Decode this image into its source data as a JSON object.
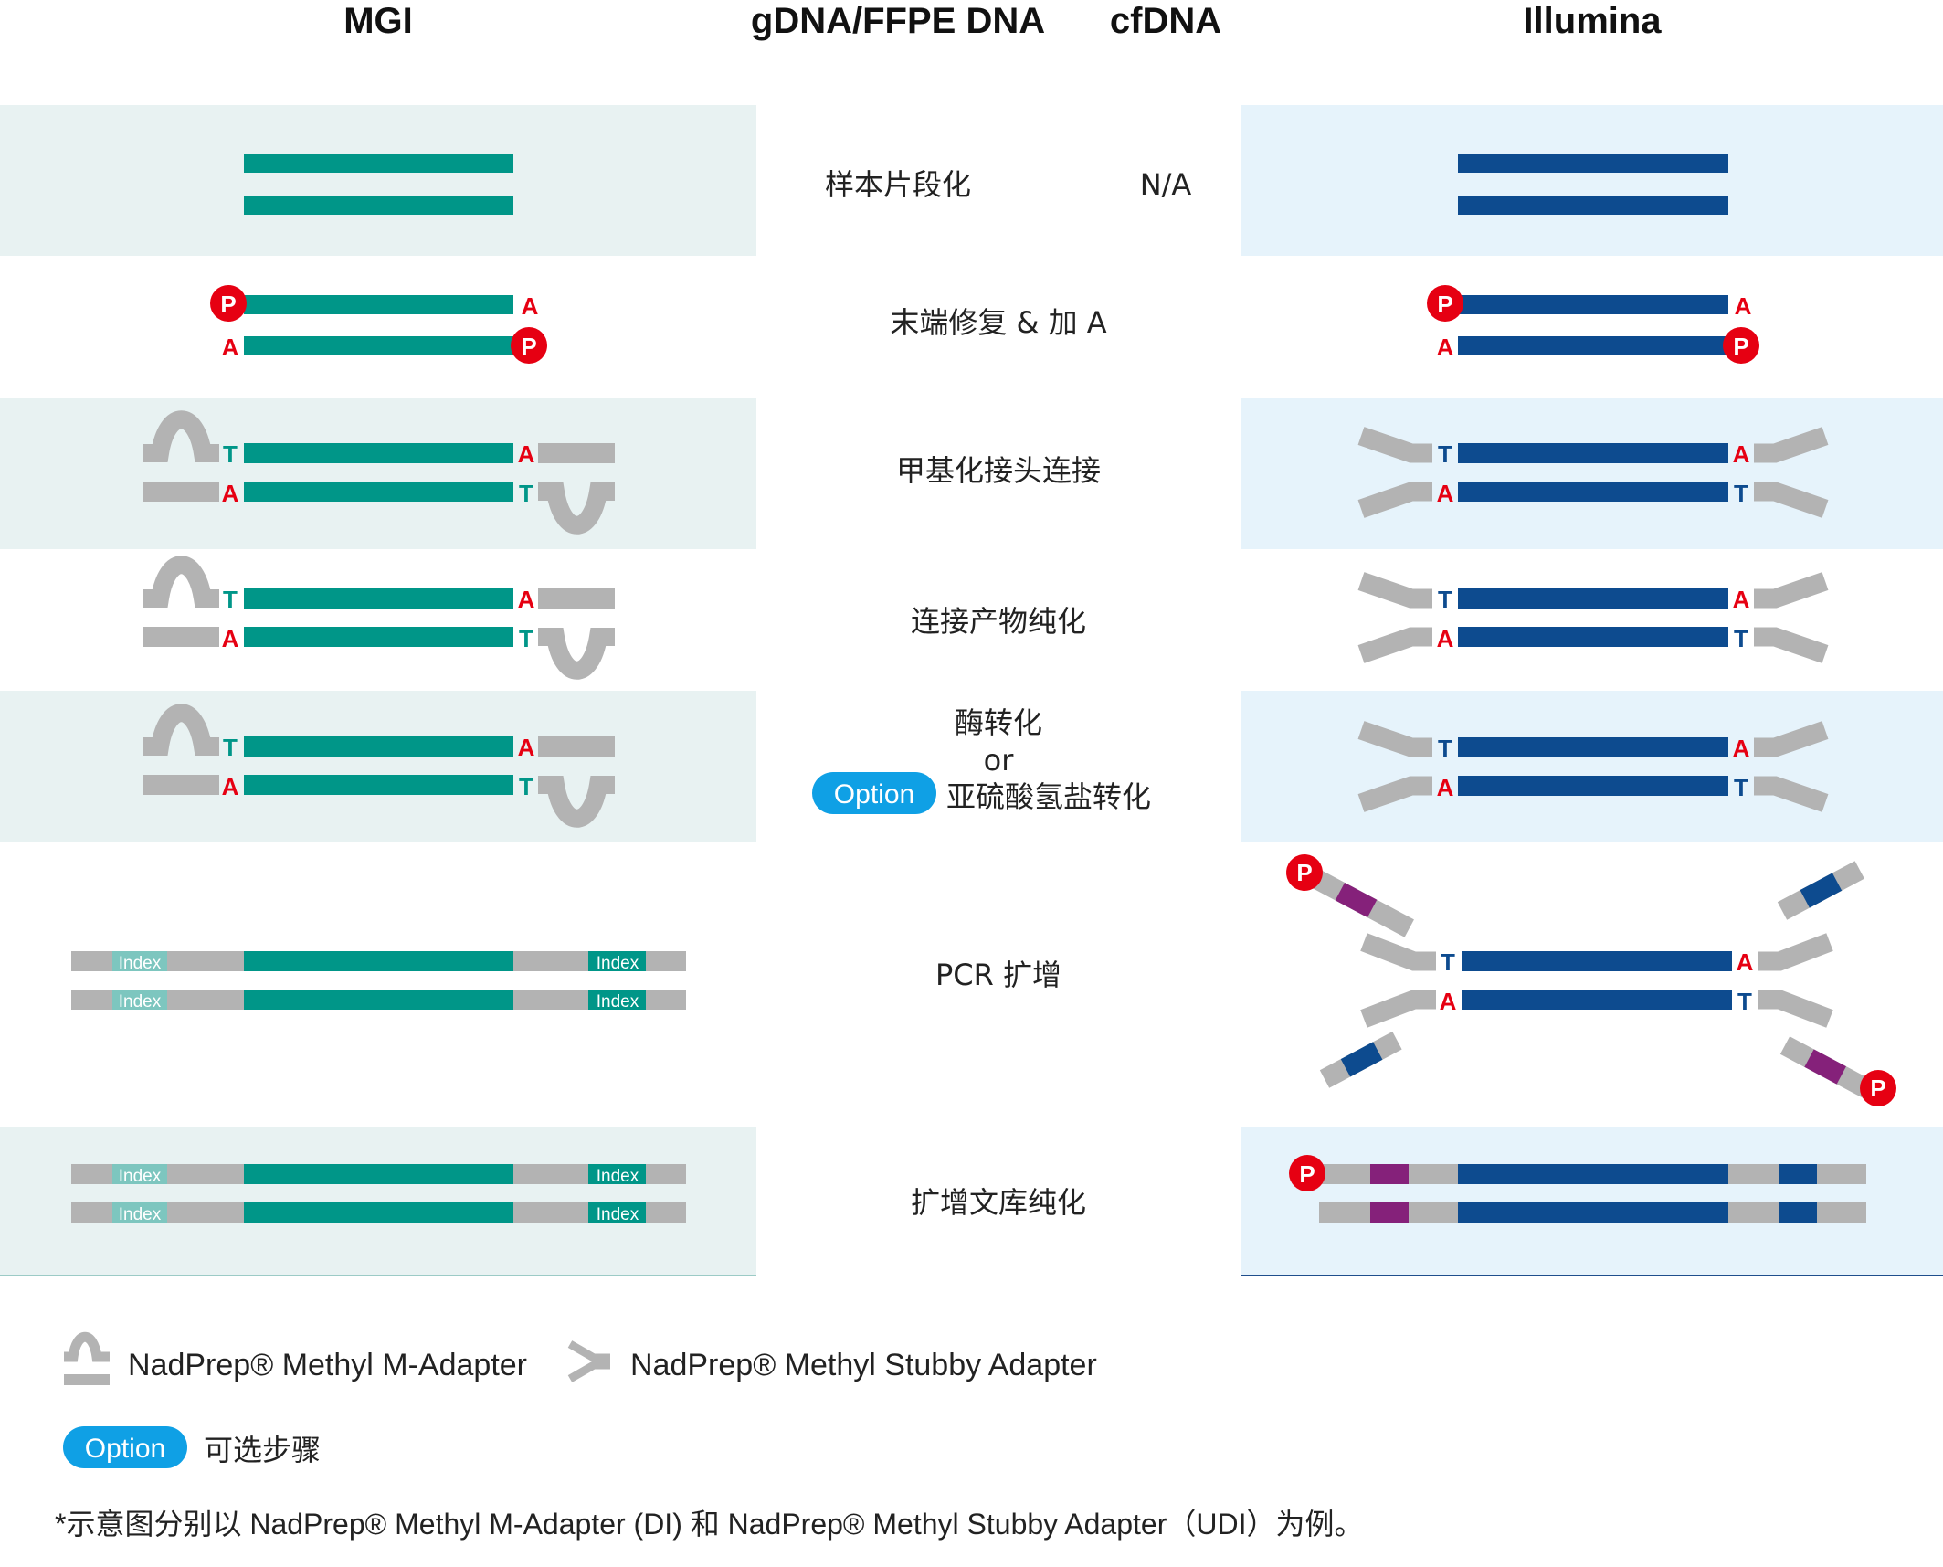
{
  "headers": {
    "mgi": "MGI",
    "gdna": "gDNA/FFPE DNA",
    "cfdna": "cfDNA",
    "illumina": "Illumina"
  },
  "steps": {
    "fragmentation": "样本片段化",
    "fragmentation_cfdna": "N/A",
    "end_repair": "末端修复 & 加 A",
    "ligation": "甲基化接头连接",
    "ligation_cleanup": "连接产物纯化",
    "conversion_enzymatic": "酶转化",
    "conversion_or": "or",
    "conversion_bisulfite": "亚硫酸氢盐转化",
    "pcr": "PCR 扩增",
    "library_cleanup": "扩增文库纯化"
  },
  "labels": {
    "phosphate": "P",
    "base_a": "A",
    "base_t": "T",
    "index": "Index",
    "option": "Option"
  },
  "legend": {
    "m_adapter": "NadPrep® Methyl M-Adapter",
    "stubby_adapter": "NadPrep® Methyl Stubby Adapter",
    "option_desc": "可选步骤"
  },
  "footnote": "*示意图分别以 NadPrep® Methyl M-Adapter (DI) 和 NadPrep® Methyl Stubby Adapter（UDI）为例。",
  "colors": {
    "mgi_strand": "#009688",
    "illumina_strand": "#0D4B8F",
    "mgi_band": "#E8F2F2",
    "illumina_band": "#E6F3FB",
    "adapter_grey": "#B3B3B3",
    "index_mgi": "#7DC6BF",
    "index_purple": "#85217A",
    "phosphate_red": "#E60012",
    "base_a_red": "#E60012",
    "option_blue": "#0FA0E5"
  }
}
